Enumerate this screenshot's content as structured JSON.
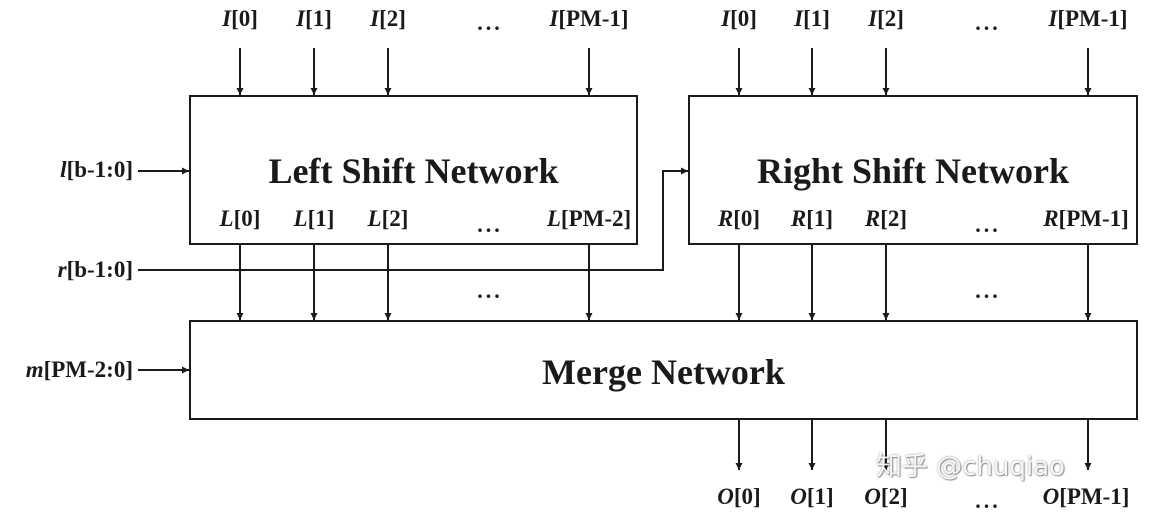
{
  "blocks": {
    "left_shift": "Left Shift Network",
    "right_shift": "Right Shift Network",
    "merge": "Merge Network"
  },
  "left_inputs": [
    {
      "sym": "I",
      "idx": "[0]"
    },
    {
      "sym": "I",
      "idx": "[1]"
    },
    {
      "sym": "I",
      "idx": "[2]"
    },
    {
      "sym": "I",
      "idx": "[PM-1]"
    }
  ],
  "right_inputs": [
    {
      "sym": "I",
      "idx": "[0]"
    },
    {
      "sym": "I",
      "idx": "[1]"
    },
    {
      "sym": "I",
      "idx": "[2]"
    },
    {
      "sym": "I",
      "idx": "[PM-1]"
    }
  ],
  "left_outputs": [
    {
      "sym": "L",
      "idx": "[0]"
    },
    {
      "sym": "L",
      "idx": "[1]"
    },
    {
      "sym": "L",
      "idx": "[2]"
    },
    {
      "sym": "L",
      "idx": "[PM-2]"
    }
  ],
  "right_outputs": [
    {
      "sym": "R",
      "idx": "[0]"
    },
    {
      "sym": "R",
      "idx": "[1]"
    },
    {
      "sym": "R",
      "idx": "[2]"
    },
    {
      "sym": "R",
      "idx": "[PM-1]"
    }
  ],
  "final_outputs": [
    {
      "sym": "O",
      "idx": "[0]"
    },
    {
      "sym": "O",
      "idx": "[1]"
    },
    {
      "sym": "O",
      "idx": "[2]"
    },
    {
      "sym": "O",
      "idx": "[PM-1]"
    }
  ],
  "control_signals": {
    "l": {
      "sym": "l",
      "idx": "[b-1:0]"
    },
    "r": {
      "sym": "r",
      "idx": "[b-1:0]"
    },
    "m": {
      "sym": "m",
      "idx": "[PM-2:0]"
    }
  },
  "ellipsis": "...",
  "watermark": "知乎 @chuqiao"
}
